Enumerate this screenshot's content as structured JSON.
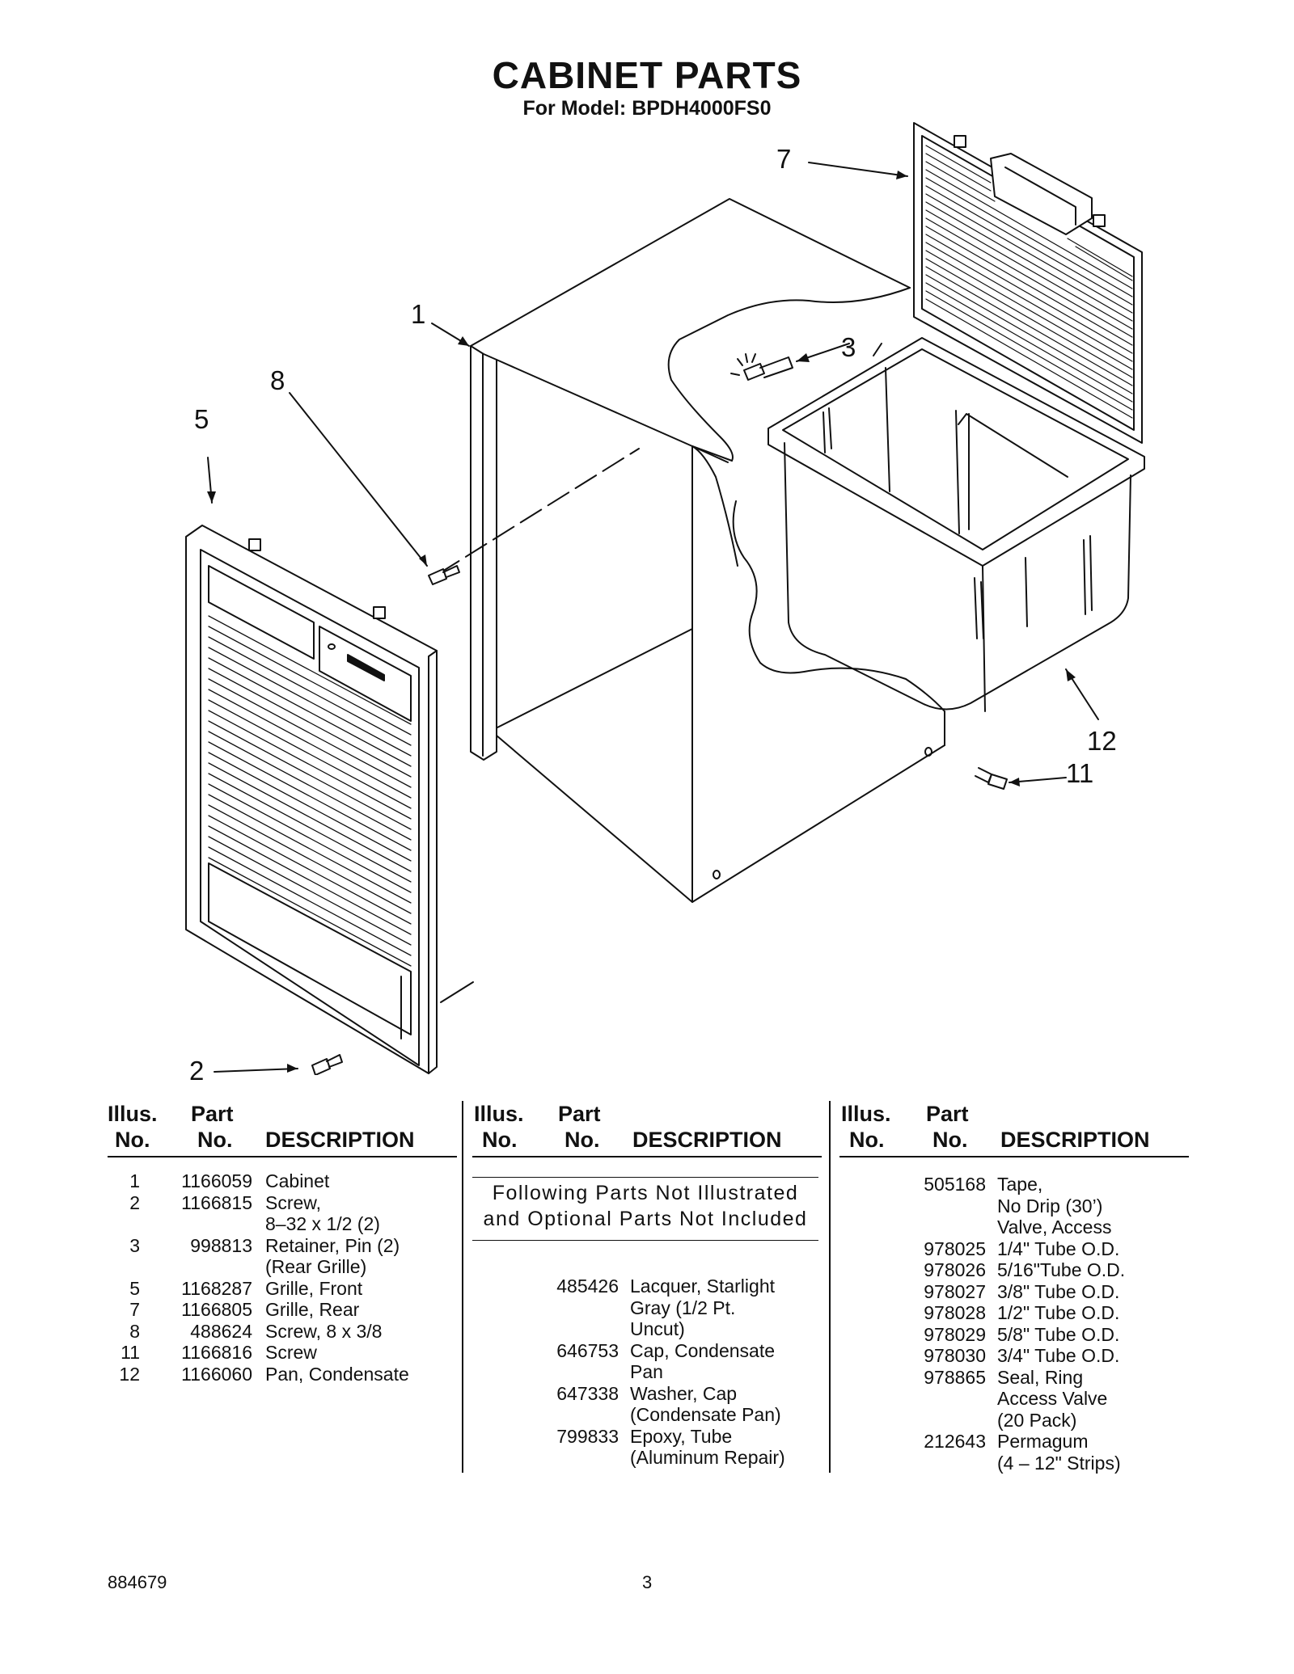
{
  "header": {
    "title": "CABINET PARTS",
    "subtitle": "For Model: BPDH4000FS0"
  },
  "callouts": [
    "1",
    "8",
    "5",
    "7",
    "3",
    "12",
    "11",
    "2"
  ],
  "table_headers": {
    "illus_line1": "Illus.",
    "illus_line2": "No.",
    "part_line1": "Part",
    "part_line2": "No.",
    "description": "DESCRIPTION"
  },
  "notice": {
    "line1": "Following Parts Not Illustrated",
    "line2": "and Optional Parts Not Included"
  },
  "parts_col1": [
    {
      "illus": "1",
      "part": "1166059",
      "desc": "Cabinet"
    },
    {
      "illus": "2",
      "part": "1166815",
      "desc": "Screw,"
    },
    {
      "illus": "",
      "part": "",
      "desc": "8–32 x 1/2 (2)"
    },
    {
      "illus": "3",
      "part": "998813",
      "desc": "Retainer, Pin (2)"
    },
    {
      "illus": "",
      "part": "",
      "desc": "(Rear Grille)"
    },
    {
      "illus": "5",
      "part": "1168287",
      "desc": "Grille, Front"
    },
    {
      "illus": "7",
      "part": "1166805",
      "desc": "Grille, Rear"
    },
    {
      "illus": "8",
      "part": "488624",
      "desc": "Screw, 8 x 3/8"
    },
    {
      "illus": "11",
      "part": "1166816",
      "desc": "Screw"
    },
    {
      "illus": "12",
      "part": "1166060",
      "desc": "Pan, Condensate"
    }
  ],
  "parts_col2": [
    {
      "part": "485426",
      "desc": "Lacquer, Starlight"
    },
    {
      "part": "",
      "desc": "Gray (1/2 Pt."
    },
    {
      "part": "",
      "desc": "Uncut)"
    },
    {
      "part": "646753",
      "desc": "Cap, Condensate"
    },
    {
      "part": "",
      "desc": "Pan"
    },
    {
      "part": "647338",
      "desc": "Washer, Cap"
    },
    {
      "part": "",
      "desc": "(Condensate Pan)"
    },
    {
      "part": "799833",
      "desc": "Epoxy, Tube"
    },
    {
      "part": "",
      "desc": "(Aluminum Repair)"
    }
  ],
  "parts_col3": [
    {
      "part": "505168",
      "desc": "Tape,"
    },
    {
      "part": "",
      "desc": "No Drip (30’)"
    },
    {
      "part": "",
      "desc": " Valve, Access"
    },
    {
      "part": "978025",
      "desc": "1/4\" Tube O.D."
    },
    {
      "part": "978026",
      "desc": "5/16\"Tube O.D."
    },
    {
      "part": "978027",
      "desc": "3/8\" Tube O.D."
    },
    {
      "part": "978028",
      "desc": "1/2\" Tube O.D."
    },
    {
      "part": "978029",
      "desc": "5/8\" Tube O.D."
    },
    {
      "part": "978030",
      "desc": "3/4\" Tube O.D."
    },
    {
      "part": "978865",
      "desc": "Seal, Ring"
    },
    {
      "part": "",
      "desc": " Access Valve"
    },
    {
      "part": "",
      "desc": "(20 Pack)"
    },
    {
      "part": "212643",
      "desc": "Permagum"
    },
    {
      "part": "",
      "desc": "(4 – 12\" Strips)"
    }
  ],
  "footer": {
    "doc_number": "884679",
    "page_number": "3"
  }
}
